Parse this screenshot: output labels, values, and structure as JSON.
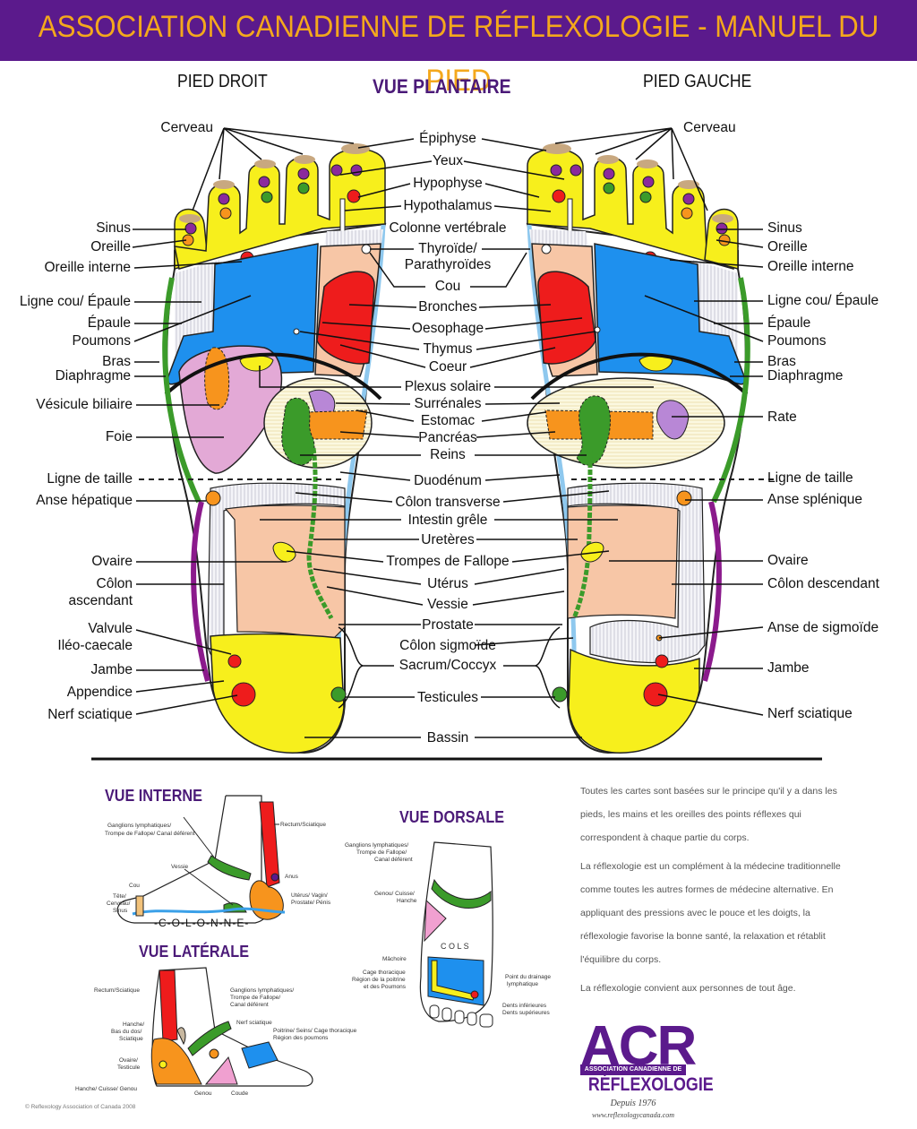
{
  "header": {
    "title": "ASSOCIATION CANADIENNE DE RÉFLEXOLOGIE - MANUEL DU PIED",
    "right_foot": "PIED DROIT",
    "view": "VUE PLANTAIRE",
    "left_foot": "PIED GAUCHE"
  },
  "colors": {
    "banner": "#5b1a8c",
    "title_text": "#f4a81c",
    "heading_purple": "#4b1a78",
    "toes_yellow": "#f7ef1c",
    "lungs_blue": "#1e90ee",
    "heart_red": "#ee1c1c",
    "liver_pink": "#e3a9d6",
    "kidney_green": "#3b9b2a",
    "stomach_orange": "#f7941d",
    "intestine_peach": "#f7c6a6",
    "spine_blue": "#8ec8ee",
    "leg_purple": "#8b1a8c"
  },
  "left_labels": [
    "Cerveau",
    "Sinus",
    "Oreille",
    "Oreille interne",
    "Ligne cou/ Épaule",
    "Épaule",
    "Poumons",
    "Bras",
    "Diaphragme",
    "Vésicule biliaire",
    "Foie",
    "Ligne de taille",
    "Anse hépatique",
    "Ovaire",
    "Côlon",
    "ascendant",
    "Valvule",
    "Iléo-caecale",
    "Jambe",
    "Appendice",
    "Nerf sciatique"
  ],
  "center_labels": [
    "Épiphyse",
    "Yeux",
    "Hypophyse",
    "Hypothalamus",
    "Colonne vertébrale",
    "Thyroïde/",
    "Parathyroïdes",
    "Cou",
    "Bronches",
    "Oesophage",
    "Thymus",
    "Coeur",
    "Plexus solaire",
    "Surrénales",
    "Estomac",
    "Pancréas",
    "Reins",
    "Duodénum",
    "Côlon transverse",
    "Intestin grêle",
    "Uretères",
    "Trompes de Fallope",
    "Utérus",
    "Vessie",
    "Prostate",
    "Côlon sigmoïde",
    "Sacrum/Coccyx",
    "Testicules",
    "Bassin"
  ],
  "right_labels": [
    "Cerveau",
    "Sinus",
    "Oreille",
    "Oreille interne",
    "Ligne cou/ Épaule",
    "Épaule",
    "Poumons",
    "Bras",
    "Diaphragme",
    "Rate",
    "Ligne de taille",
    "Anse splénique",
    "Ovaire",
    "Côlon descendant",
    "Anse de sigmoïde",
    "Jambe",
    "Nerf sciatique"
  ],
  "vue_interne": {
    "title": "VUE INTERNE",
    "labels": [
      "Ganglions lymphatiques/",
      "Trompe de Fallope/ Canal déférent",
      "Rectum/Sciatique",
      "Vessie",
      "Anus",
      "Cou",
      "Tête/",
      "Cerveau/",
      "Sinus",
      "Utérus/ Vagin/",
      "Prostate/ Pénis",
      "-C-O-L-O-N-N-E-"
    ]
  },
  "vue_laterale": {
    "title": "VUE LATÉRALE",
    "labels": [
      "Rectum/Sciatique",
      "Ganglions lymphatiques/",
      "Trompe de Fallope/",
      "Canal déférent",
      "Hanche/",
      "Bas du dos/",
      "Sciatique",
      "Nerf sciatique",
      "Poitrine/ Seins/ Cage thoracique",
      "Région des poumons",
      "Ovaire/",
      "Testicule",
      "Hanche/ Cuisse/ Genou",
      "Genou",
      "Coude"
    ]
  },
  "vue_dorsale": {
    "title": "VUE DORSALE",
    "labels": [
      "Ganglions lymphatiques/",
      "Trompe de Fallope/",
      "Canal déférent",
      "Genou/ Cuisse/",
      "Hanche",
      "Mâchoire",
      "Cage thoracique",
      "Région de la poitrine",
      "et des Poumons",
      "Point du drainage",
      "lymphatique",
      "Dents inférieures",
      "Dents supérieures",
      "C O L S"
    ]
  },
  "info": {
    "p1": "Toutes les cartes sont basées sur le principe qu'il y a dans les pieds, les mains et les oreilles des points réflexes qui correspondent à chaque partie du corps.",
    "p2": "La réflexologie est un complément à la médecine traditionnelle comme toutes les autres formes de médecine alternative. En appliquant des pressions avec le pouce et les doigts, la réflexologie favorise la bonne santé, la relaxation et rétablit l'équilibre du corps.",
    "p3": "La réflexologie convient aux personnes de tout âge."
  },
  "logo": {
    "acronym": "ACR",
    "band": "ASSOCIATION CANADIENNE DE",
    "word": "RÉFLEXOLOGIE",
    "since": "Depuis 1976",
    "url": "www.reflexologycanada.com"
  },
  "copyright": "© Reflexology Association of Canada 2008"
}
